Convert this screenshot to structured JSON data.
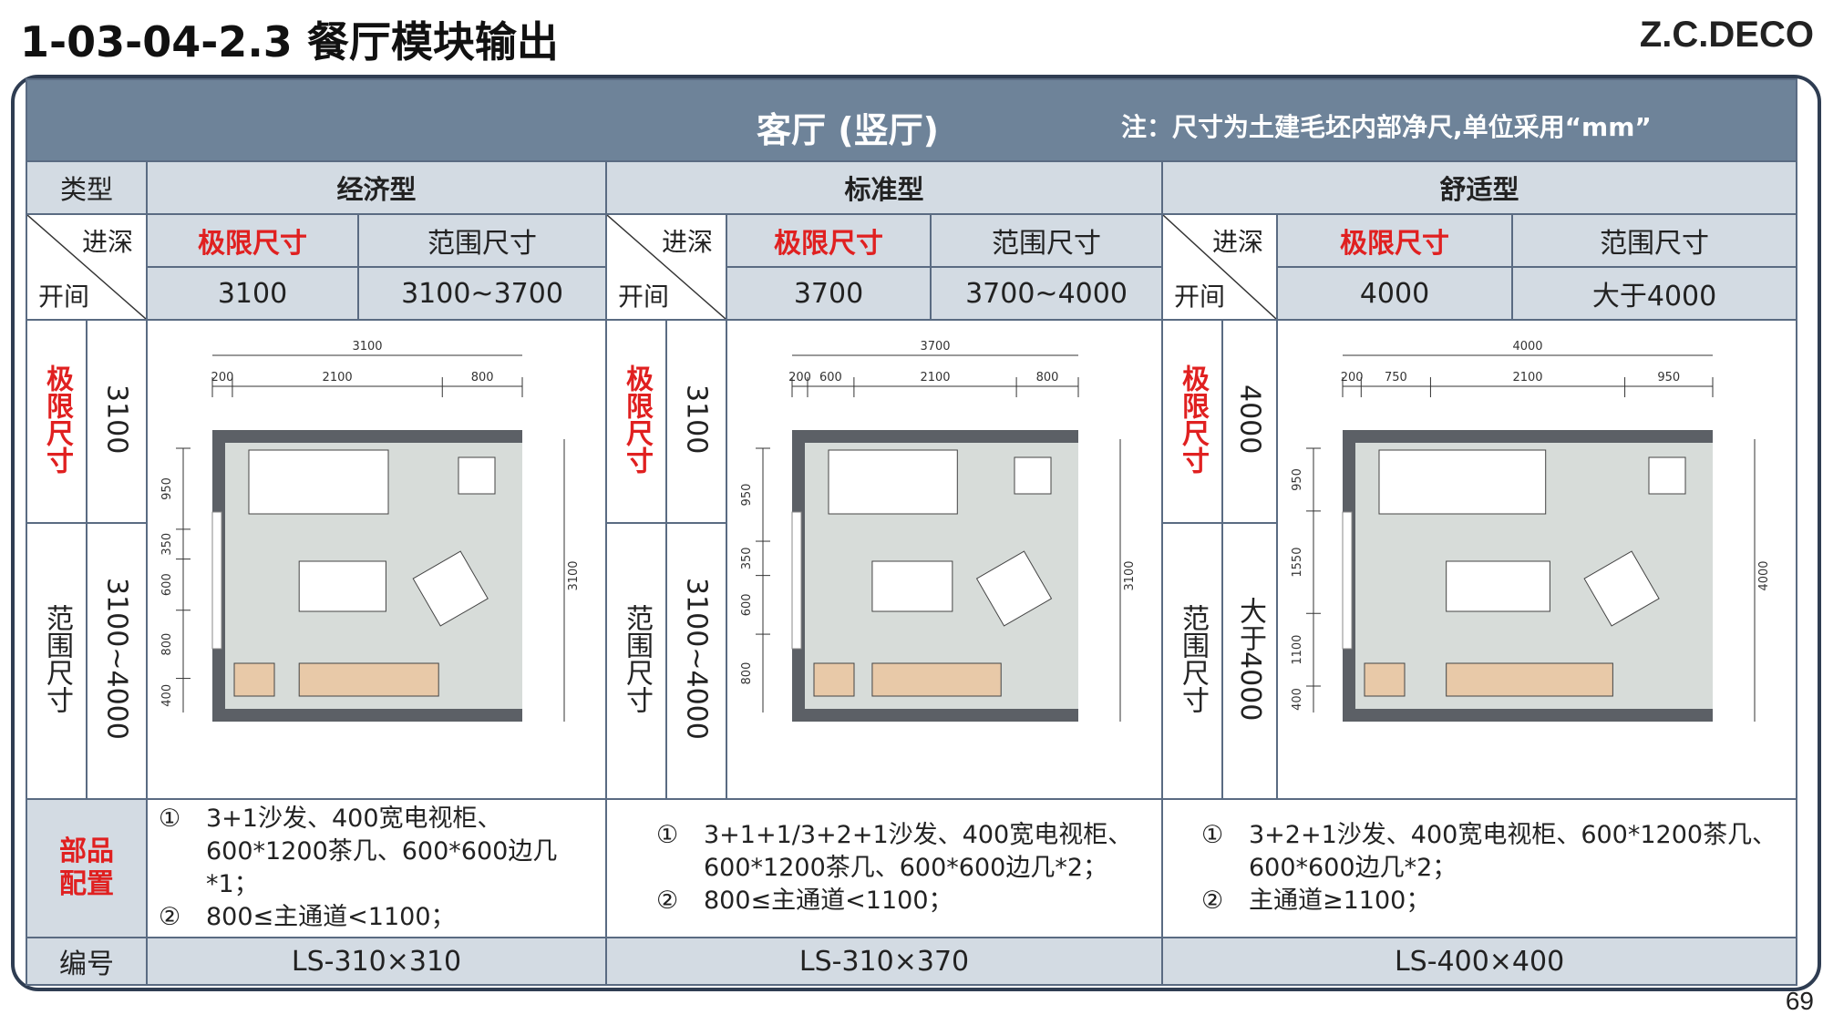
{
  "page": {
    "title": "1-03-04-2.3 餐厅模块输出",
    "brand": "Z.C.DECO",
    "page_number": "69"
  },
  "table": {
    "section_title": "客厅 (竖厅)",
    "note": "注：尺寸为土建毛坯内部净尺,单位采用“mm”",
    "type_label": "类型",
    "depth_label": "进深",
    "bay_label": "开间",
    "limit_size_label": "极限尺寸",
    "range_size_label": "范围尺寸",
    "config_label": "部品配置",
    "code_label": "编号",
    "columns": [
      {
        "name": "经济型",
        "depth_limit": "3100",
        "depth_range": "3100~3700",
        "bay_limit": "3100",
        "bay_range": "3100~4000",
        "plan": {
          "top_total": "3100",
          "top_parts": [
            "200",
            "2100",
            "800"
          ],
          "left_dims": [
            "950",
            "350",
            "600",
            "800",
            "400"
          ],
          "right_dim": "3100"
        },
        "config": [
          {
            "num": "①",
            "lines": [
              "3+1沙发、400宽电视柜、",
              "600*1200茶几、600*600边几*1；"
            ]
          },
          {
            "num": "②",
            "lines": [
              "800≤主通道<1100；"
            ]
          }
        ],
        "code": "LS-310×310"
      },
      {
        "name": "标准型",
        "depth_limit": "3700",
        "depth_range": "3700~4000",
        "bay_limit": "3100",
        "bay_range": "3100~4000",
        "plan": {
          "top_total": "3700",
          "top_parts": [
            "200",
            "600",
            "2100",
            "800"
          ],
          "left_dims": [
            "950",
            "350",
            "600",
            "800"
          ],
          "right_dim": "3100"
        },
        "config": [
          {
            "num": "①",
            "lines": [
              "3+1+1/3+2+1沙发、400宽电视柜、",
              "600*1200茶几、600*600边几*2；"
            ]
          },
          {
            "num": "②",
            "lines": [
              "800≤主通道<1100；"
            ]
          }
        ],
        "code": "LS-310×370"
      },
      {
        "name": "舒适型",
        "depth_limit": "4000",
        "depth_range": "大于4000",
        "bay_limit": "4000",
        "bay_range": "大于4000",
        "plan": {
          "top_total": "4000",
          "top_parts": [
            "200",
            "750",
            "2100",
            "950"
          ],
          "left_dims": [
            "950",
            "1550",
            "1100",
            "400"
          ],
          "right_dim": "4000"
        },
        "config": [
          {
            "num": "①",
            "lines": [
              "3+2+1沙发、400宽电视柜、600*1200茶几、",
              "600*600边几*2；"
            ]
          },
          {
            "num": "②",
            "lines": [
              "主通道≥1100；"
            ]
          }
        ],
        "code": "LS-400×400"
      }
    ]
  },
  "colors": {
    "header_band": "#6e8399",
    "gray_cell": "#d3dbe3",
    "accent_red": "#e02020",
    "frame": "#2f3d52",
    "floor": "#d7dcd9",
    "wall": "#5c6066",
    "cabinet": "#e8c9a8"
  }
}
